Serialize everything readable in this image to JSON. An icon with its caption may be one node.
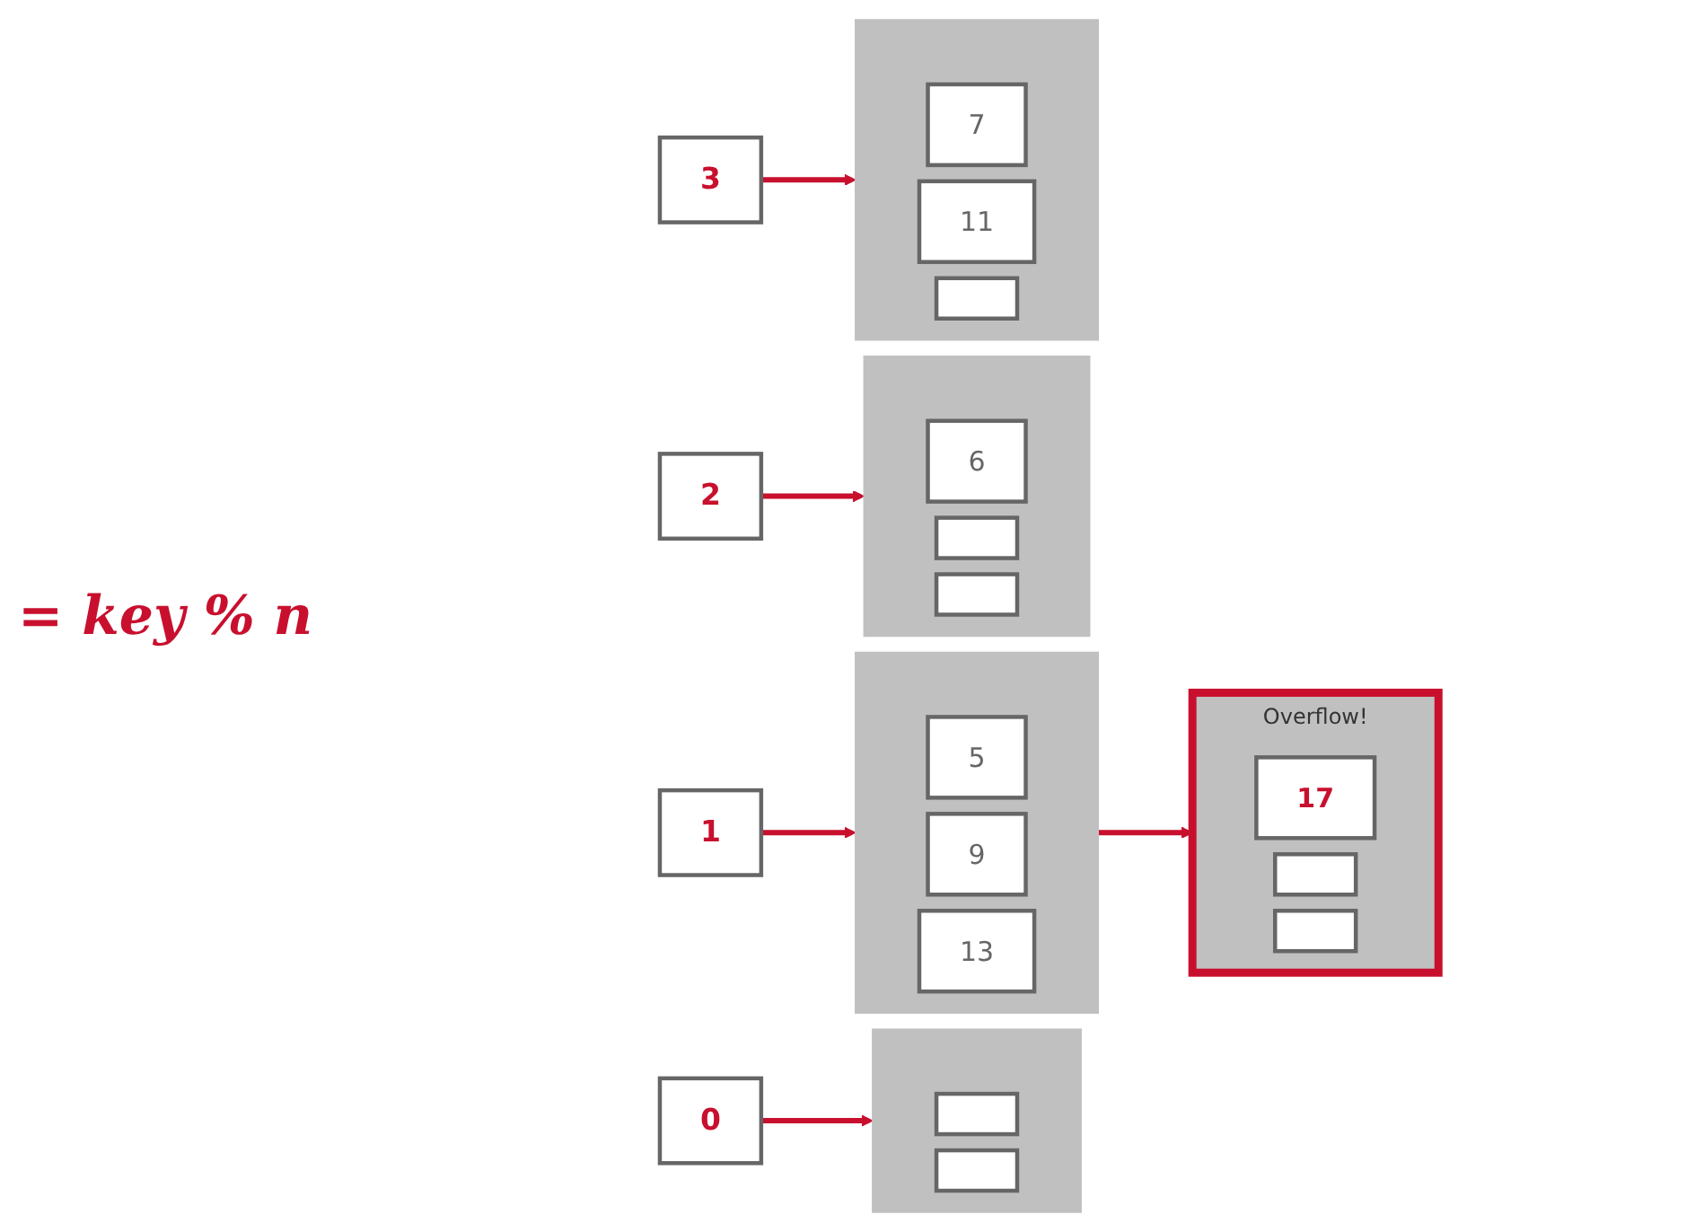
{
  "diagram": {
    "nodes": [
      {
        "text": [
          "0"
        ]
      },
      {
        "text": [
          "1"
        ]
      },
      {
        "text": [
          "2"
        ]
      },
      {
        "text": [
          "3"
        ]
      },
      {
        "text": [],
        "shape": "box"
      },
      {
        "text": [],
        "shape": "box",
        "in": 4
      },
      {
        "text": [],
        "shape": "box",
        "in": 4
      },
      {
        "text": [],
        "shape": "box"
      },
      {
        "text": [
          "5"
        ],
        "in": 7
      },
      {
        "text": [
          "9"
        ],
        "in": 7
      },
      {
        "text": [
          "13"
        ],
        "in": 7
      },
      {
        "text": [],
        "shape": "box",
        "beside": [
          "Overflow!"
        ]
      },
      {
        "text": [
          "17"
        ],
        "in": 11
      },
      {
        "text": [],
        "shape": "box",
        "in": 11
      },
      {
        "text": [],
        "shape": "box",
        "in": 11
      },
      {
        "text": [],
        "shape": "box"
      },
      {
        "text": [
          "6"
        ],
        "in": 15
      },
      {
        "text": [],
        "shape": "box",
        "in": 15
      },
      {
        "text": [],
        "shape": "box",
        "in": 15
      },
      {
        "text": [],
        "shape": "box"
      },
      {
        "text": [
          "7"
        ],
        "in": 19
      },
      {
        "text": [
          "11"
        ],
        "in": 19
      },
      {
        "text": [],
        "shape": "box",
        "in": 19
      }
    ],
    "edges": [
      {
        "from": 0,
        "to": 4,
        "arrow": "to"
      },
      {
        "from": 1,
        "to": 7,
        "arrow": "to"
      },
      {
        "from": 2,
        "to": 15,
        "arrow": "to"
      },
      {
        "from": 3,
        "to": 19,
        "arrow": "to"
      },
      {
        "from": 7,
        "to": 11,
        "arrow": "to"
      }
    ],
    "labels": [
      "= key % n"
    ]
  }
}
